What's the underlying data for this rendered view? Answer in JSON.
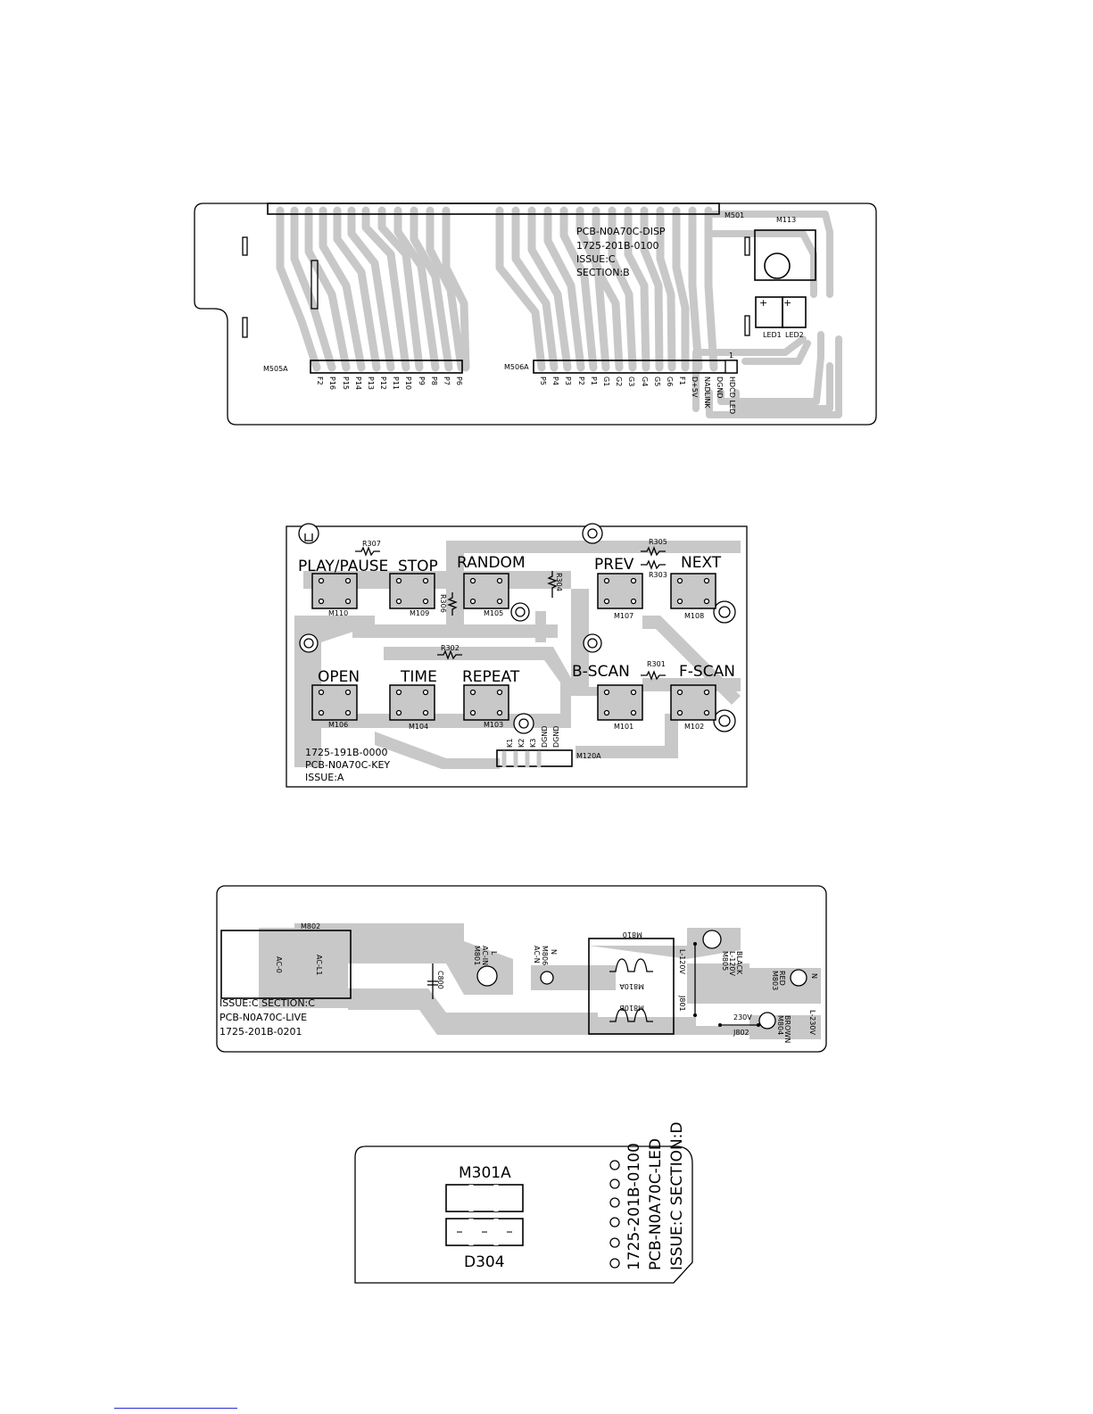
{
  "board_disp": {
    "name": "PCB-N0A70C-DISP",
    "part_no": "1725-201B-0100",
    "issue": "ISSUE:C",
    "section": "SECTION:B",
    "connector_top": "M501",
    "module": "M113",
    "connector_left": "M505A",
    "connector_right": "M506A",
    "pin1_mark": "1",
    "leds": [
      "LED1",
      "LED2"
    ],
    "led_plus": "+",
    "left_pins": [
      "F2",
      "P16",
      "P15",
      "P14",
      "P13",
      "P12",
      "P11",
      "P10",
      "P9",
      "P8",
      "P7",
      "P6"
    ],
    "right_pins": [
      "P5",
      "P4",
      "P3",
      "P2",
      "P1",
      "G1",
      "G2",
      "G3",
      "G4",
      "G5",
      "G6",
      "F1",
      "D+5V",
      "NADLINK",
      "DGND",
      "HDCD LED"
    ]
  },
  "board_key": {
    "part_no": "1725-191B-0000",
    "name": "PCB-N0A70C-KEY",
    "issue": "ISSUE:A",
    "connector": "M120A",
    "connector_pins": [
      "K1",
      "K2",
      "K3",
      "DGND",
      "DGND"
    ],
    "buttons": [
      {
        "label": "PLAY/PAUSE",
        "ref": "M110"
      },
      {
        "label": "STOP",
        "ref": "M109"
      },
      {
        "label": "RANDOM",
        "ref": "M105"
      },
      {
        "label": "PREV",
        "ref": "M107"
      },
      {
        "label": "NEXT",
        "ref": "M108"
      },
      {
        "label": "OPEN",
        "ref": "M106"
      },
      {
        "label": "TIME",
        "ref": "M104"
      },
      {
        "label": "REPEAT",
        "ref": "M103"
      },
      {
        "label": "B-SCAN",
        "ref": "M101"
      },
      {
        "label": "F-SCAN",
        "ref": "M102"
      }
    ],
    "resistors": [
      "R307",
      "R306",
      "R304",
      "R305",
      "R303",
      "R302",
      "R301"
    ]
  },
  "board_live": {
    "issue_section": "ISSUE:C SECTION:C",
    "name": "PCB-N0A70C-LIVE",
    "part_no": "1725-201B-0201",
    "block_ref": "M802",
    "terminals": [
      "AC-0",
      "AC-L1"
    ],
    "cap": "C800",
    "m801": [
      "M801",
      "AC-IN",
      "L"
    ],
    "m806": [
      "AC-N",
      "M806",
      "N"
    ],
    "fuse_block": "M810",
    "fuses": [
      "M810A",
      "M810B"
    ],
    "jumper1": [
      "L-120V",
      "J801"
    ],
    "jumper2": [
      "230V",
      "J802"
    ],
    "m805": [
      "M805",
      "L-120V",
      "BLACK"
    ],
    "m803": [
      "M803",
      "RED"
    ],
    "m803_n": "N",
    "m804": [
      "M804",
      "BROWN"
    ],
    "m804_l": "L-230V"
  },
  "board_led": {
    "top_label": "M301A",
    "bottom_label": "D304",
    "lines": [
      "1725-201B-0100",
      "PCB-N0A70C-LED",
      "ISSUE:C SECTION:D"
    ]
  }
}
